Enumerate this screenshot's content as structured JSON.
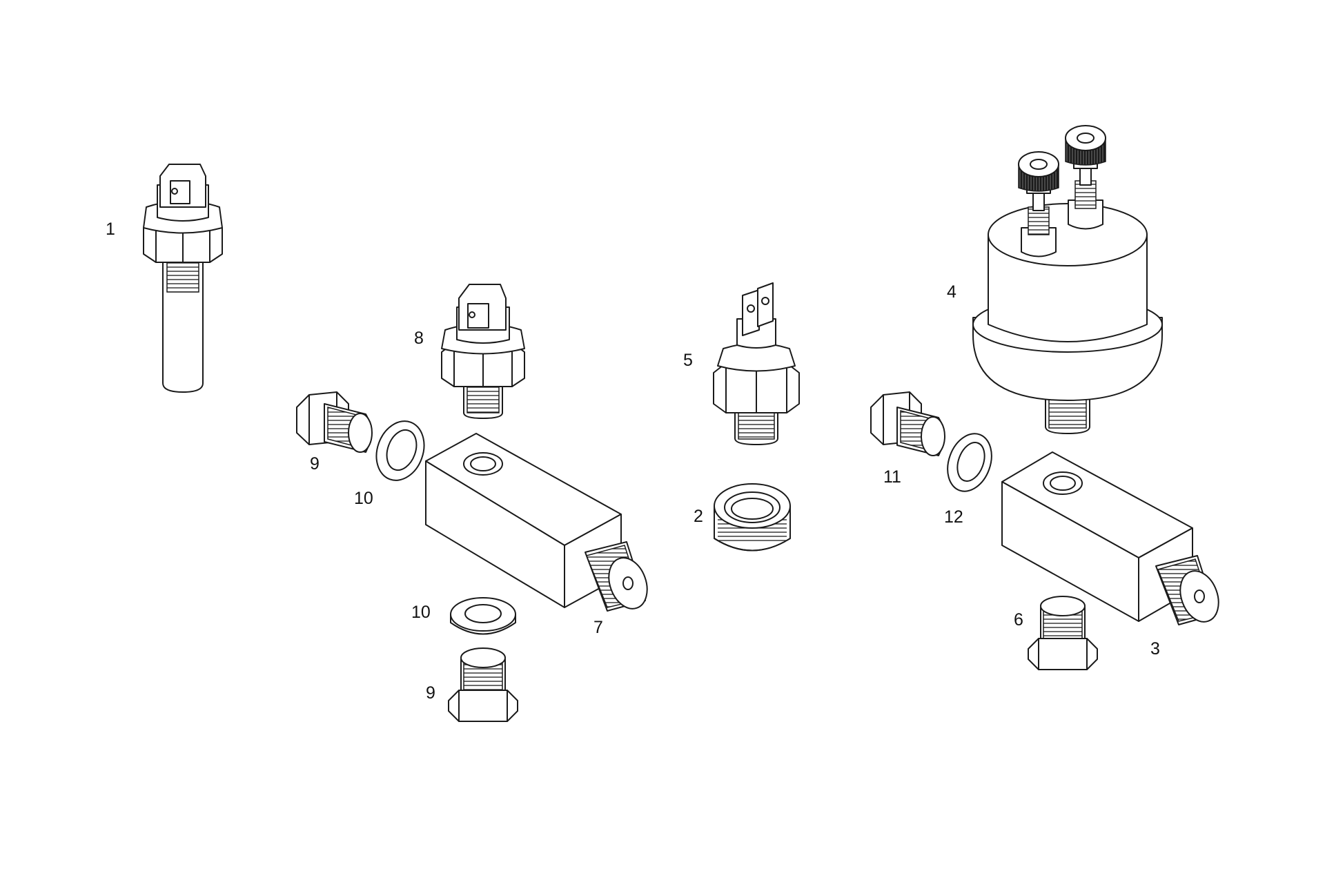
{
  "callouts": {
    "c1": "1",
    "c2": "2",
    "c3": "3",
    "c4": "4",
    "c5": "5",
    "c6": "6",
    "c7": "7",
    "c8": "8",
    "c9a": "9",
    "c9b": "9",
    "c10a": "10",
    "c10b": "10",
    "c11": "11",
    "c12": "12"
  },
  "colors": {
    "line": "#1a1a1a",
    "background": "#ffffff"
  }
}
